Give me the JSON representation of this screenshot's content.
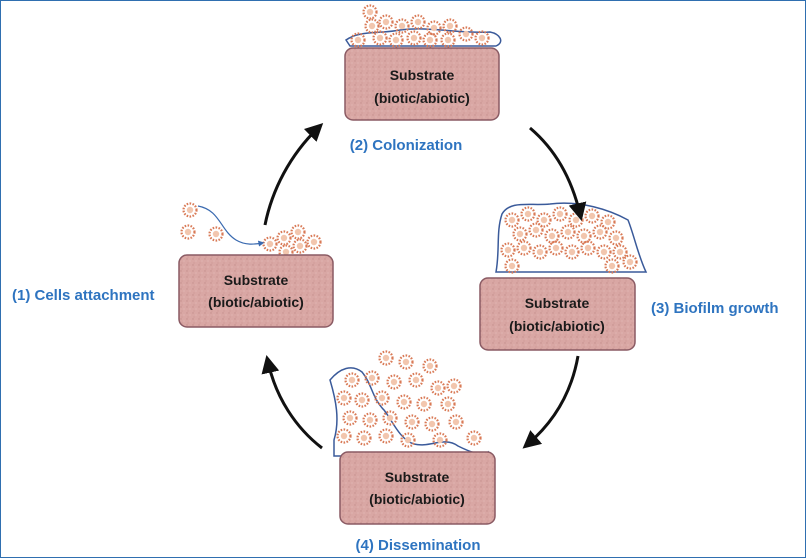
{
  "substrate": {
    "line1": "Substrate",
    "line2": "(biotic/abiotic)"
  },
  "stages": {
    "attachment": "(1) Cells attachment",
    "colonization": "(2) Colonization",
    "growth": "(3) Biofilm growth",
    "dissemination": "(4) Dissemination"
  },
  "colors": {
    "label": "#2e74c0",
    "substrate_fill": "#d9a7a4",
    "substrate_border": "#8a5a63",
    "biofilm_outline": "#3a5a9a",
    "cell_spike": "#d97a56"
  }
}
